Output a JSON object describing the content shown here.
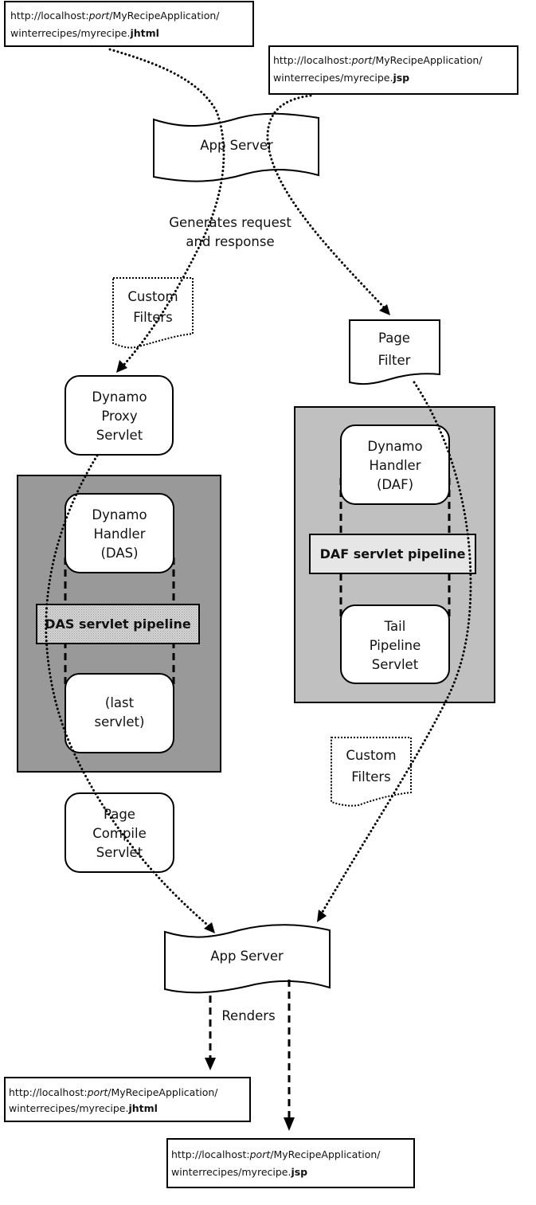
{
  "urls": {
    "top_jhtml": {
      "prefix": "http://localhost:",
      "port": "port",
      "path": "/MyRecipeApplication/",
      "line2": "winterrecipes/myrecipe.",
      "ext": "jhtml"
    },
    "top_jsp": {
      "prefix": "http://localhost:",
      "port": "port",
      "path": "/MyRecipeApplication/",
      "line2": "winterrecipes/myrecipe.",
      "ext": "jsp"
    },
    "bottom_jhtml": {
      "prefix": "http://localhost:",
      "port": "port",
      "path": "/MyRecipeApplication/",
      "line2": "winterrecipes/myrecipe.",
      "ext": "jhtml"
    },
    "bottom_jsp": {
      "prefix": "http://localhost:",
      "port": "port",
      "path": "/MyRecipeApplication/",
      "line2": "winterrecipes/myrecipe.",
      "ext": "jsp"
    }
  },
  "app_server_top": {
    "label": "App Server"
  },
  "generates_label": {
    "line1": "Generates request",
    "line2": "and response"
  },
  "custom_filters_left": {
    "line1": "Custom",
    "line2": "Filters"
  },
  "custom_filters_right": {
    "line1": "Custom",
    "line2": "Filters"
  },
  "page_filter": {
    "line1": "Page",
    "line2": "Filter"
  },
  "dynamo_proxy_servlet": {
    "line1": "Dynamo",
    "line2": "Proxy",
    "line3": "Servlet"
  },
  "das_pipeline": {
    "title": "DAS servlet pipeline",
    "handler": {
      "line1": "Dynamo",
      "line2": "Handler",
      "line3": "(DAS)"
    },
    "last": {
      "line1": "(last",
      "line2": "servlet)"
    }
  },
  "daf_pipeline": {
    "title": "DAF servlet pipeline",
    "handler": {
      "line1": "Dynamo",
      "line2": "Handler",
      "line3": "(DAF)"
    },
    "tail": {
      "line1": "Tail",
      "line2": "Pipeline",
      "line3": "Servlet"
    }
  },
  "page_compile_servlet": {
    "line1": "Page",
    "line2": "Compile",
    "line3": "Servlet"
  },
  "app_server_bottom": {
    "label": "App Server"
  },
  "renders_label": "Renders",
  "colors": {
    "das_container": "#999999",
    "daf_container": "#c0c0c0",
    "daf_title_bg": "#e6e6e6",
    "das_title_bg": "#c8c8c8"
  }
}
